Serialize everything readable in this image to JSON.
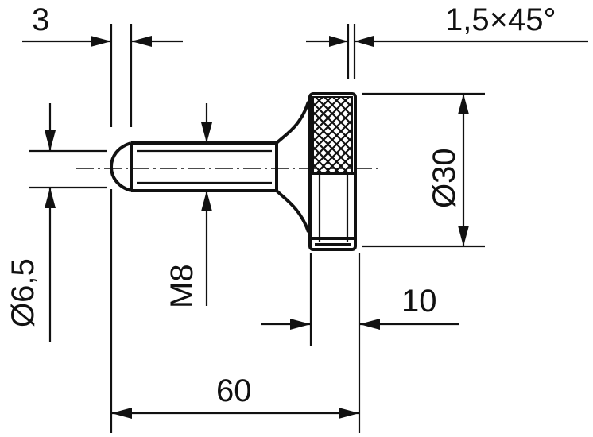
{
  "drawing": {
    "dimensions": {
      "chamfer_length": "3",
      "chamfer_spec": "1,5×45°",
      "knob_diameter": "Ø30",
      "pin_diameter": "Ø6,5",
      "thread": "M8",
      "knob_width": "10",
      "overall_length": "60"
    }
  }
}
